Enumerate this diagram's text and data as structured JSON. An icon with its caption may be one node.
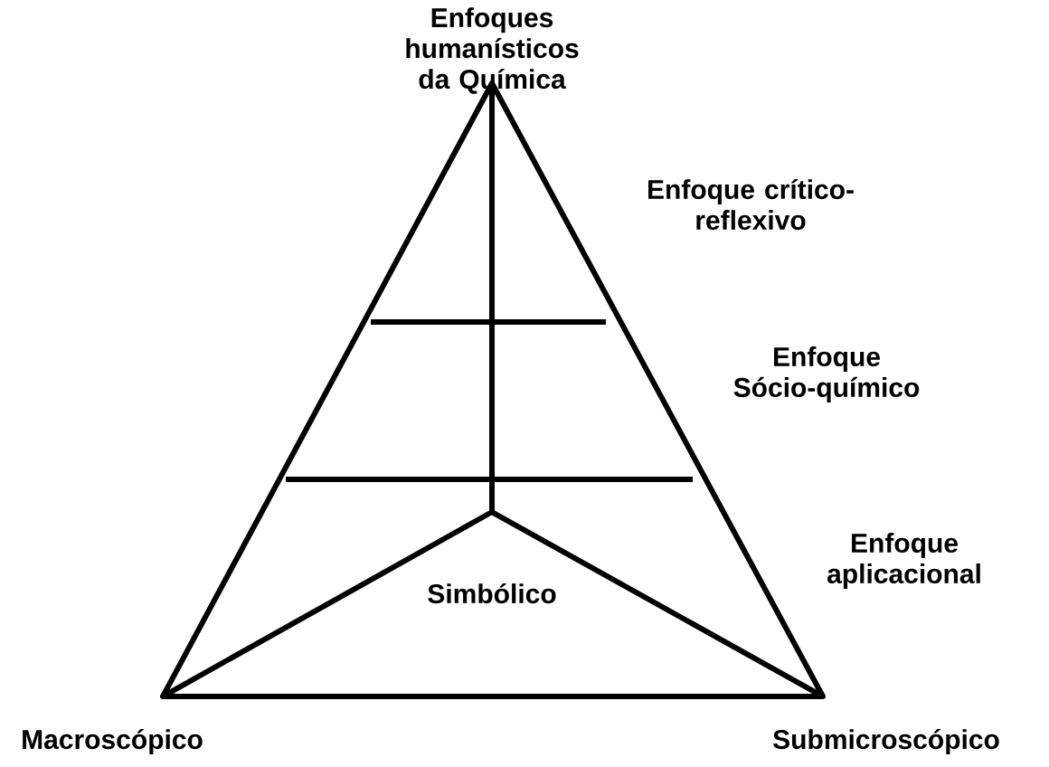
{
  "diagram": {
    "title": "Enfoques humanísticos da Química",
    "labels": [
      "Enfoque crítico-reflexivo",
      "Enfoque Sócio-químico",
      "Enfoque aplicacional",
      "Simbólico",
      "Macroscópico",
      "Submicroscópico"
    ]
  }
}
